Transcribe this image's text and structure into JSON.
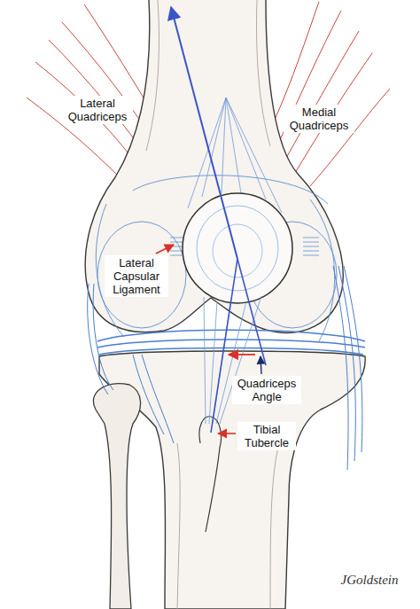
{
  "diagram": {
    "labels": [
      "Lateral Quadriceps",
      "Medial Quadriceps",
      "Lateral Capsular Ligament",
      "Quadriceps Angle",
      "Tibial Tubercle",
      "JGoldstein"
    ]
  }
}
